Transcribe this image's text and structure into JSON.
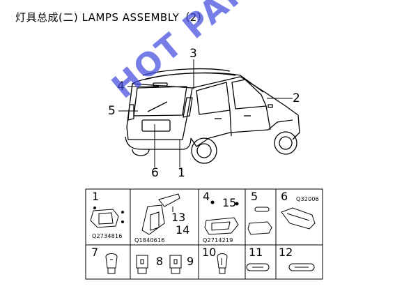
{
  "title": "灯具总成(二) LAMPS ASSEMBLY（2）",
  "callouts": {
    "c1": "1",
    "c2": "2",
    "c3": "3",
    "c4": "4",
    "c5": "5",
    "c6": "6"
  },
  "grid": {
    "cells": [
      {
        "num": "1",
        "code": "Q2734816"
      },
      {
        "num": "",
        "code": "Q1840616",
        "labels": [
          "13",
          "14"
        ]
      },
      {
        "num": "4",
        "code": "Q2714219",
        "labels": [
          "15"
        ]
      },
      {
        "num": "5",
        "code": ""
      },
      {
        "num": "6",
        "code": "Q32006"
      },
      {
        "num": "7",
        "code": ""
      },
      {
        "num": "8",
        "code": "",
        "labels": [
          "9"
        ]
      },
      {
        "num": "10",
        "code": ""
      },
      {
        "num": "11",
        "code": ""
      },
      {
        "num": "12",
        "code": ""
      }
    ]
  },
  "watermark": "HOT PARTS",
  "colors": {
    "line": "#000000",
    "watermark": "#3c46dc"
  }
}
